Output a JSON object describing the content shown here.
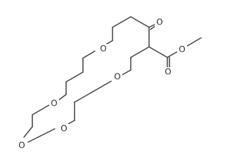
{
  "diagram": {
    "atom_labels": {
      "o1": "O",
      "o2": "O",
      "o3": "O",
      "o4": "O",
      "o5": "O",
      "o6": "O",
      "o7": "O",
      "o8": "O"
    },
    "colors": {
      "bond": "#404040",
      "text": "#303030",
      "background": "#ffffff"
    }
  }
}
